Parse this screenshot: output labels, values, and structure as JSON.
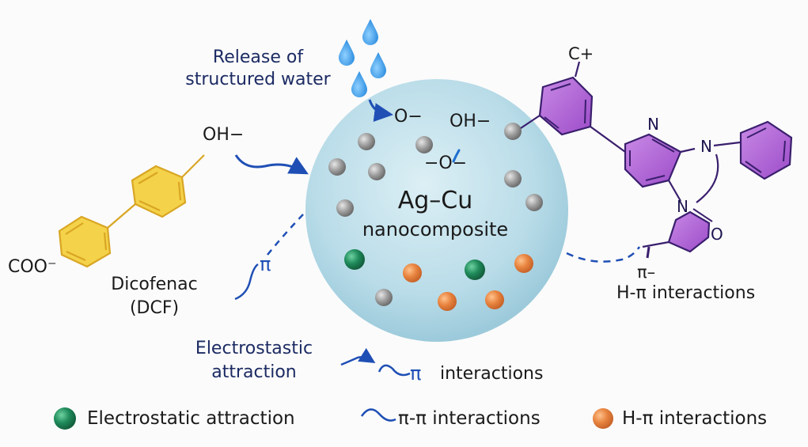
{
  "title_labels": {
    "water_release": [
      "Release of",
      "structured water"
    ]
  },
  "drug": {
    "name": "Dicofenac",
    "abbrev": "(DCF)",
    "group_top": "OH−",
    "group_bottom": "COO⁻",
    "color": "#f4d24a"
  },
  "nanocomposite": {
    "name": "Ag–Cu",
    "subtitle": "nanocomposite",
    "surface_labels": [
      "O−",
      "OH−",
      "−O−"
    ],
    "color": "#b4dbe7"
  },
  "dye_molecule": {
    "cation_label": "C+",
    "n_labels": [
      "N",
      "N",
      "N"
    ],
    "o_label": "O",
    "color": "#a855cf"
  },
  "interaction_labels": {
    "pi_left": "π",
    "pi_right": "π–",
    "h_pi": "H-π interactions",
    "electrostatic": [
      "Electrostastic",
      "attraction"
    ],
    "pi_interactions": "interactions",
    "pi_symbol": "π"
  },
  "legend": [
    {
      "marker": "green-sphere",
      "label": "Electrostatic attraction",
      "color": "#1f8a5a"
    },
    {
      "marker": "wave-line",
      "label": "π-π interactions",
      "color": "#1f4fb5"
    },
    {
      "marker": "orange-sphere",
      "label": "H-π interactions",
      "color": "#e8843f"
    }
  ]
}
